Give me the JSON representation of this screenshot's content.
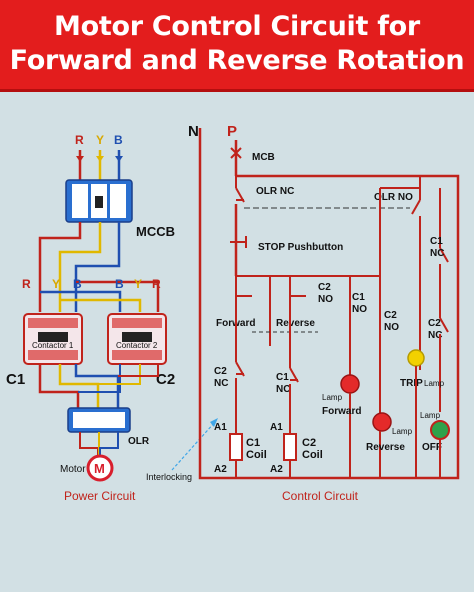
{
  "title": {
    "line1": "Motor Control Circuit for",
    "line2": "Forward and Reverse Rotation"
  },
  "power": {
    "phases_top": [
      "R",
      "Y",
      "B"
    ],
    "phases_mid": [
      "R",
      "B",
      "Y"
    ],
    "phases_mid2": [
      "B",
      "Y",
      "R"
    ],
    "mccb": "MCCB",
    "contactor1": "Contactor 1",
    "contactor2": "Contactor 2",
    "c1": "C1",
    "c2": "C2",
    "olr": "OLR",
    "motor_symbol": "M",
    "motor_label": "Motor",
    "interlocking": "Interlocking",
    "caption": "Power Circuit"
  },
  "control": {
    "n": "N",
    "p": "P",
    "mcb": "MCB",
    "olr_nc": "OLR NC",
    "olr_no": "OLR NO",
    "stop": "STOP Pushbutton",
    "c1_nc_top": "C1",
    "c1_nc_top_b": "NC",
    "c2_no": "C2",
    "c2_no_b": "NO",
    "c1_no": "C1",
    "c1_no_b": "NO",
    "c2_nc_right": "C2",
    "c2_nc_right_b": "NC",
    "forward": "Forward",
    "reverse": "Reverse",
    "c2_nc": "C2",
    "c2_nc_b": "NC",
    "c1_nc": "C1",
    "c1_nc_b": "NC",
    "a1_left": "A1",
    "a2_left": "A2",
    "a1_right": "A1",
    "a2_right": "A2",
    "coil1": "C1",
    "coil1_b": "Coil",
    "coil2": "C2",
    "coil2_b": "Coil",
    "lamp_fwd": "Lamp",
    "fwd_lamp_label": "Forward",
    "lamp_rev": "Lamp",
    "rev_lamp_label": "Reverse",
    "trip": "TRIP",
    "lamp_trip": "Lamp",
    "lamp_off": "Lamp",
    "off": "OFF",
    "caption": "Control Circuit"
  },
  "colors": {
    "wire": "#c0231b",
    "wire_blue": "#1f4fb0",
    "wire_yellow": "#e0b800",
    "wire_red": "#c0231b",
    "block_blue": "#2a6fd0",
    "lamp_red": "#e42a2a",
    "lamp_yellow": "#f2d100",
    "lamp_green": "#2fa24a",
    "motor_red": "#d81e2c"
  }
}
